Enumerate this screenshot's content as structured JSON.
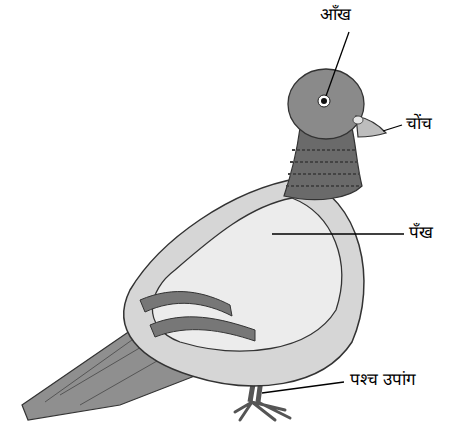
{
  "diagram": {
    "labels": [
      "आँख",
      "चोंच",
      "पँख",
      "पश्च उपांग"
    ]
  }
}
